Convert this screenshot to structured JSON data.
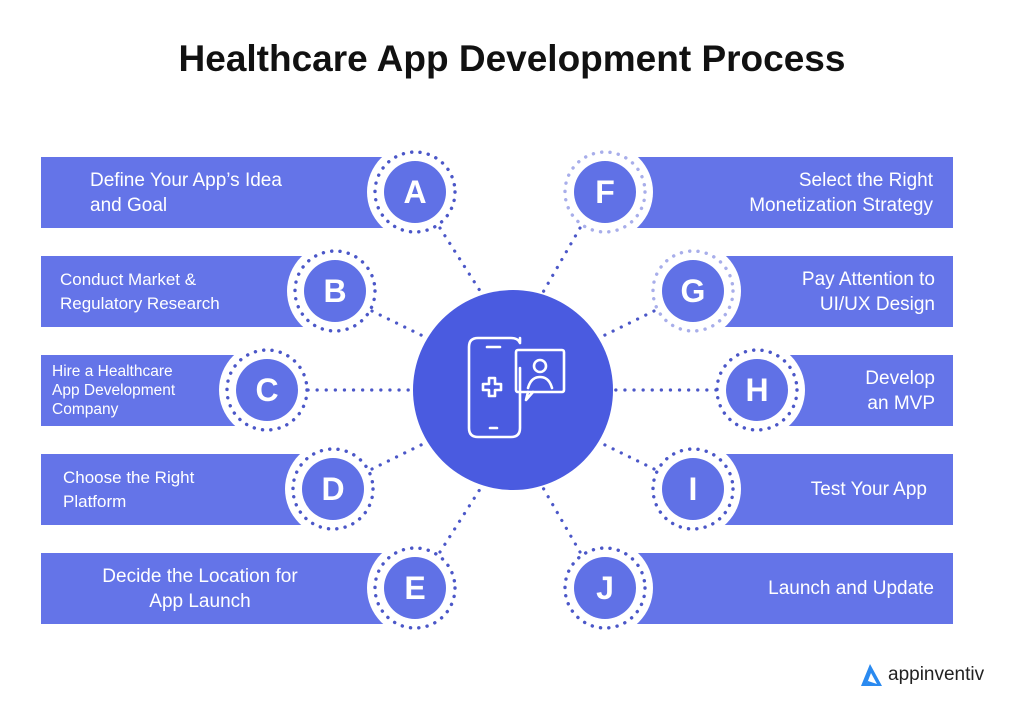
{
  "title": "Healthcare App Development Process",
  "colors": {
    "bar": "#6474e8",
    "circle": "#6071e6",
    "center": "#4a5be0",
    "dots_dark": "#4b57c8",
    "dots_light": "#a8aeea",
    "text": "#ffffff",
    "logo_blue": "#2a8af0"
  },
  "center_icon": "mobile-health-consultation-icon",
  "steps": [
    {
      "letter": "A",
      "label_line1": "Define Your App’s Idea",
      "label_line2": "and Goal",
      "label_line3": ""
    },
    {
      "letter": "B",
      "label_line1": "Conduct Market &",
      "label_line2": "Regulatory Research",
      "label_line3": ""
    },
    {
      "letter": "C",
      "label_line1": "Hire a Healthcare",
      "label_line2": "App Development",
      "label_line3": "Company"
    },
    {
      "letter": "D",
      "label_line1": "Choose the Right",
      "label_line2": "Platform",
      "label_line3": ""
    },
    {
      "letter": "E",
      "label_line1": "Decide the Location for",
      "label_line2": "App Launch",
      "label_line3": ""
    },
    {
      "letter": "F",
      "label_line1": "Select the Right",
      "label_line2": "Monetization Strategy",
      "label_line3": ""
    },
    {
      "letter": "G",
      "label_line1": "Pay Attention to",
      "label_line2": "UI/UX Design",
      "label_line3": ""
    },
    {
      "letter": "H",
      "label_line1": "Develop",
      "label_line2": "an MVP",
      "label_line3": ""
    },
    {
      "letter": "I",
      "label_line1": "Test Your App",
      "label_line2": "",
      "label_line3": ""
    },
    {
      "letter": "J",
      "label_line1": "Launch and Update",
      "label_line2": "",
      "label_line3": ""
    }
  ],
  "logo": {
    "text": "appinventiv",
    "icon": "appinventiv-logo-icon"
  }
}
